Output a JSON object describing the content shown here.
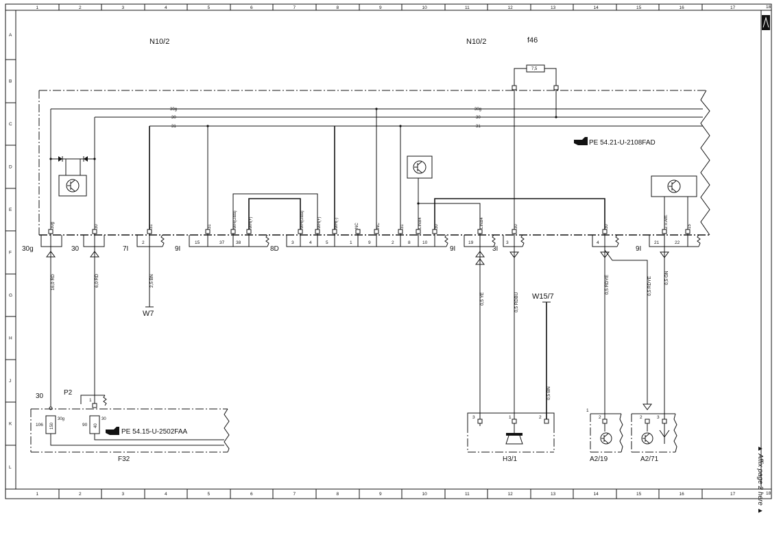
{
  "frame": {
    "columns": [
      "1",
      "2",
      "3",
      "4",
      "5",
      "6",
      "7",
      "8",
      "9",
      "10",
      "11",
      "12",
      "13",
      "14",
      "15",
      "16",
      "17"
    ],
    "rows": [
      "A",
      "B",
      "C",
      "D",
      "E",
      "F",
      "G",
      "H",
      "J",
      "K",
      "L"
    ],
    "corner_number": "18"
  },
  "components": {
    "n10_2_left": "N10/2",
    "n10_2_right": "N10/2",
    "fuse_f46": "f46",
    "fuse_value": "7,5",
    "ref_main": "PE 54.21-U-2108FAD",
    "ref_fuse": "PE 54.15-U-2502FAA",
    "w7": "W7",
    "w15_7": "W15/7",
    "p2": "P2",
    "f32": "F32",
    "h3_1": "H3/1",
    "a2_19": "A2/19",
    "a2_71": "A2/71"
  },
  "buses": {
    "b30g": "30g",
    "b30": "30",
    "b31": "31"
  },
  "connectors": {
    "c_30g": "30g",
    "c_30": "30",
    "c_7i": "7I",
    "c_9i_a": "9I",
    "c_8d": "8D",
    "c_9i_b": "9I",
    "c_3i": "3I",
    "c_9i_c": "9I"
  },
  "pins": [
    {
      "id": "p2",
      "t": "2"
    },
    {
      "id": "p15",
      "t": "15"
    },
    {
      "id": "p37",
      "t": "37"
    },
    {
      "id": "p38",
      "t": "38"
    },
    {
      "id": "p3",
      "t": "3"
    },
    {
      "id": "p4",
      "t": "4"
    },
    {
      "id": "p5",
      "t": "5"
    },
    {
      "id": "p1",
      "t": "1"
    },
    {
      "id": "p9",
      "t": "9"
    },
    {
      "id": "p2b",
      "t": "2"
    },
    {
      "id": "p8",
      "t": "8"
    },
    {
      "id": "p10",
      "t": "10"
    },
    {
      "id": "p19",
      "t": "19"
    },
    {
      "id": "p3b",
      "t": "3"
    },
    {
      "id": "p4b",
      "t": "4"
    },
    {
      "id": "p21",
      "t": "21"
    },
    {
      "id": "p22",
      "t": "22"
    }
  ],
  "pin_functions": {
    "f30g": "30g",
    "f30": "30",
    "f31a": "31",
    "f31b": "31",
    "wh_data1": "WH(Data)",
    "wh_plus1": "WH(+)",
    "wh_data2": "WH(Data)",
    "wh_plus2": "WH(+)",
    "wh_minus": "WH(-)",
    "nc1": "NC",
    "nc2": "NC",
    "f31c": "31",
    "linb4a": "LINB4",
    "f30b": "30",
    "linb4b": "LINB4",
    "f30c": "30",
    "f30d": "30",
    "ant": "2.V.Ant.",
    "f15": "15"
  },
  "wires": {
    "w1": "16,0 RD",
    "w2": "6,0 RD",
    "w3": "2,5 BN",
    "w4": "0,5 YE",
    "w5": "0,5 RDBU",
    "w6": "0,5 BN",
    "w7": "0,5 RDYE",
    "w8": "0,5 RDYE",
    "w9": "0,5 GN"
  },
  "fuse_box": {
    "label_30": "30",
    "pin_1": "1",
    "f106": "106",
    "f150": "150",
    "f30g": "30g",
    "f90": "90",
    "f40": "40",
    "f30": "30"
  },
  "speaker_pins": {
    "s3": "3",
    "s1": "1",
    "s2": "2"
  },
  "a2_pins": {
    "a19_1": "1",
    "a19_2": "2",
    "a71_2": "2",
    "a71_3": "3"
  },
  "affix_note": "▲ Affix page 2 here ▲"
}
